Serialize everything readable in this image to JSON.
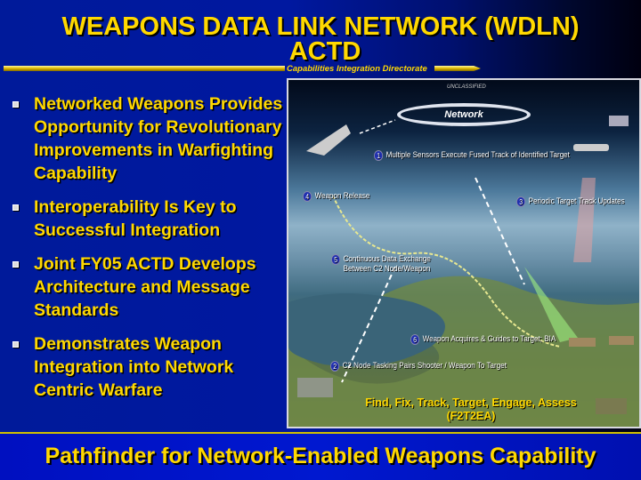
{
  "header": {
    "title_line1": "WEAPONS DATA LINK NETWORK (WDLN)",
    "title_line2": "ACTD",
    "org": "Capabilities Integration Directorate"
  },
  "bullets": [
    "Networked Weapons Provides Opportunity for Revolutionary Improvements in Warfighting Capability",
    "Interoperability Is Key to Successful Integration",
    "Joint FY05 ACTD Develops Architecture and Message Standards",
    "Demonstrates Weapon Integration into Network Centric Warfare"
  ],
  "diagram": {
    "classification": "UNCLASSIFIED",
    "network_label": "Network",
    "steps": [
      {
        "n": "1",
        "text": "Multiple Sensors Execute Fused Track of Identified Target"
      },
      {
        "n": "2",
        "text": "C2 Node Tasking Pairs Shooter / Weapon To Target"
      },
      {
        "n": "3",
        "text": "Periodic Target Track Updates"
      },
      {
        "n": "4",
        "text": "Weapon Release"
      },
      {
        "n": "5",
        "text": "Continuous Data Exchange  Between C2 Node/Weapon"
      },
      {
        "n": "6",
        "text": "Weapon Acquires & Guides to Target; BIA"
      }
    ],
    "caption_line1": "Find, Fix, Track, Target, Engage, Assess",
    "caption_line2": "(F2T2EA)"
  },
  "footer": {
    "banner": "Pathfinder for Network-Enabled Weapons Capability"
  },
  "colors": {
    "accent": "#ffd800",
    "background": "#0018a0"
  }
}
